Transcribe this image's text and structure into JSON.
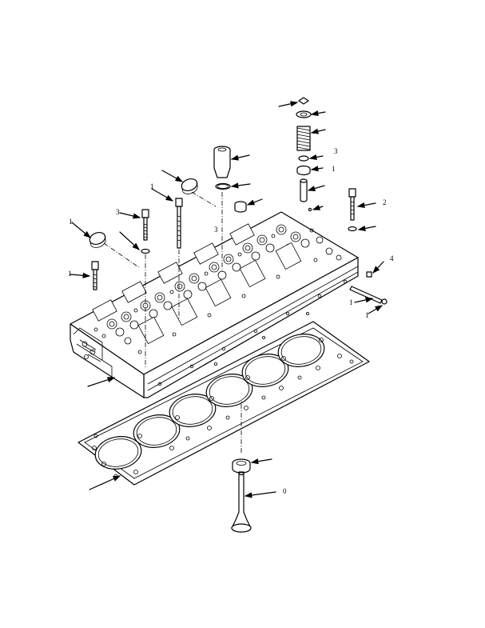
{
  "figure": {
    "callouts": [
      {
        "id": "c1",
        "text": ""
      },
      {
        "id": "c2",
        "text": "3"
      },
      {
        "id": "c3",
        "text": "3"
      },
      {
        "id": "c4",
        "text": "3"
      },
      {
        "id": "c5",
        "text": "1"
      },
      {
        "id": "c6",
        "text": "2"
      },
      {
        "id": "c7",
        "text": "1"
      },
      {
        "id": "c8",
        "text": "4"
      },
      {
        "id": "c9",
        "text": "1"
      },
      {
        "id": "c10",
        "text": "1"
      },
      {
        "id": "c11",
        "text": "1"
      },
      {
        "id": "c12",
        "text": "1"
      },
      {
        "id": "c13",
        "text": "0"
      }
    ]
  }
}
